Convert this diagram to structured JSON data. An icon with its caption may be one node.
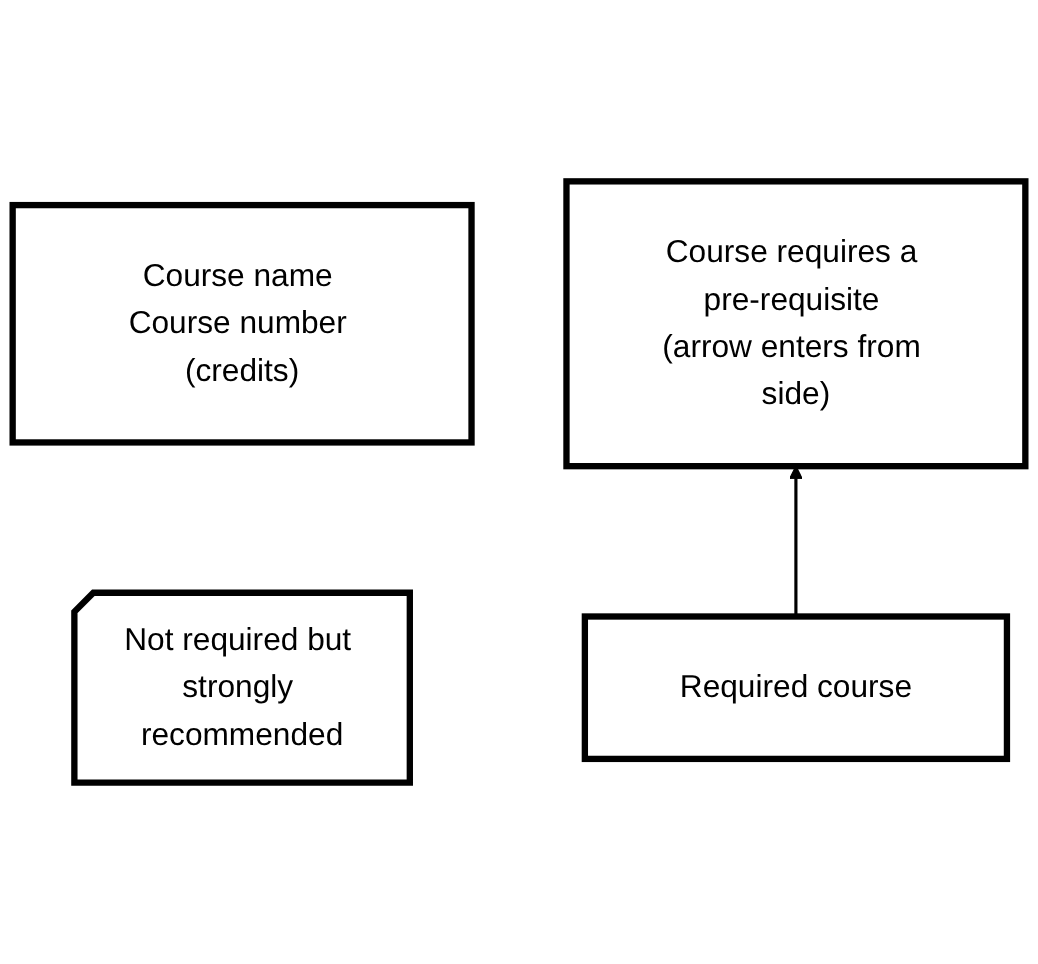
{
  "diagram": {
    "nodes": [
      {
        "text": [
          "Course name Course number (credits)"
        ]
      },
      {
        "text": [
          "Course requires a pre-requisite (arrow enters from side)"
        ]
      },
      {
        "text": [
          "Not required but strongly recommended"
        ]
      },
      {
        "text": [
          "Required course"
        ]
      }
    ],
    "edges": [
      {
        "from": 3,
        "to": 1,
        "arrow": "to"
      }
    ]
  }
}
